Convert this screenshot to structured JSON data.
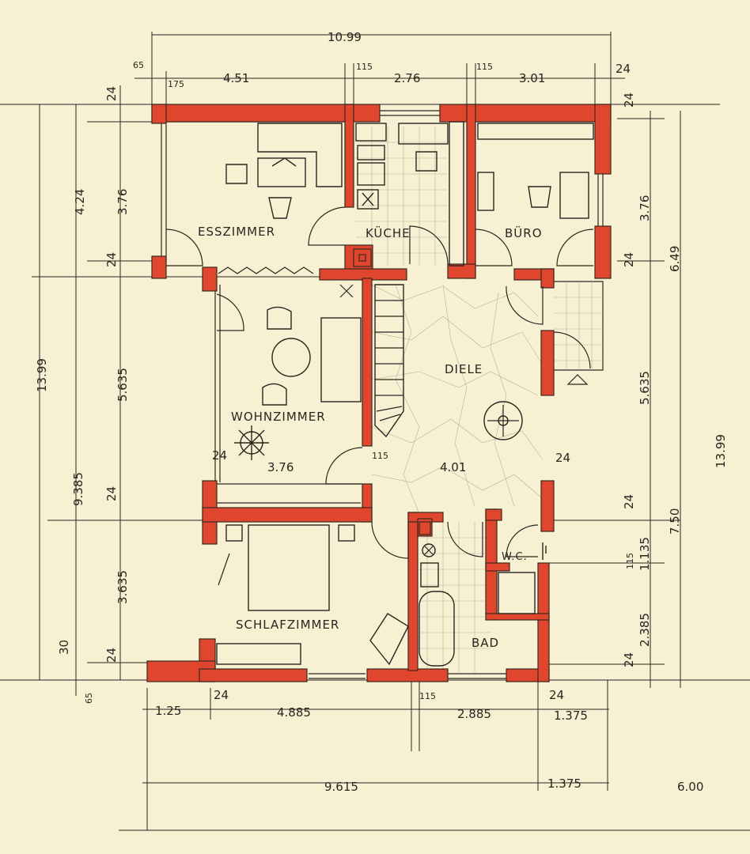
{
  "rooms": {
    "esszimmer": "ESSZIMMER",
    "kueche": "KÜCHE",
    "buero": "BÜRO",
    "diele": "DIELE",
    "wohnzimmer": "WOHNZIMMER",
    "schlafzimmer": "SCHLAFZIMMER",
    "bad": "BAD",
    "wc": "W.C."
  },
  "dimensions": {
    "top_total": "10.99",
    "top_65": "65",
    "top_175": "175",
    "top_451": "4.51",
    "top_115a": "115",
    "top_276": "2.76",
    "top_115b": "115",
    "top_301": "3.01",
    "top_24": "24",
    "left_24a": "24",
    "left_424": "4.24",
    "left_376": "3.76",
    "left_24b": "24",
    "left_1399": "13.99",
    "left_5635": "5.635",
    "left_9385": "9.385",
    "left_24c": "24",
    "left_3635": "3.635",
    "left_30": "30",
    "left_24d": "24",
    "left_65": "65",
    "right_24a": "24",
    "right_376": "3.76",
    "right_24b": "24",
    "right_649": "6.49",
    "right_5635": "5.635",
    "right_1399": "13.99",
    "right_24c": "24",
    "right_750": "7.50",
    "right_115": "115",
    "right_1135": "1.135",
    "right_2385": "2.385",
    "right_24d": "24",
    "wohn_width": "3.76",
    "wohn_24": "24",
    "diele_width": "4.01",
    "diele_115": "115",
    "diele_24": "24",
    "bottom_125": "1.25",
    "bottom_24a": "24",
    "bottom_4885": "4.885",
    "bottom_115": "115",
    "bottom_2885": "2.885",
    "bottom_24b": "24",
    "bottom_1375a": "1.375",
    "bottom_9615": "9.615",
    "bottom_1375b": "1.375",
    "bottom_600": "6.00"
  },
  "colors": {
    "wall": "#e0462e",
    "paper": "#f7f0d2",
    "ink": "#2a2620"
  }
}
